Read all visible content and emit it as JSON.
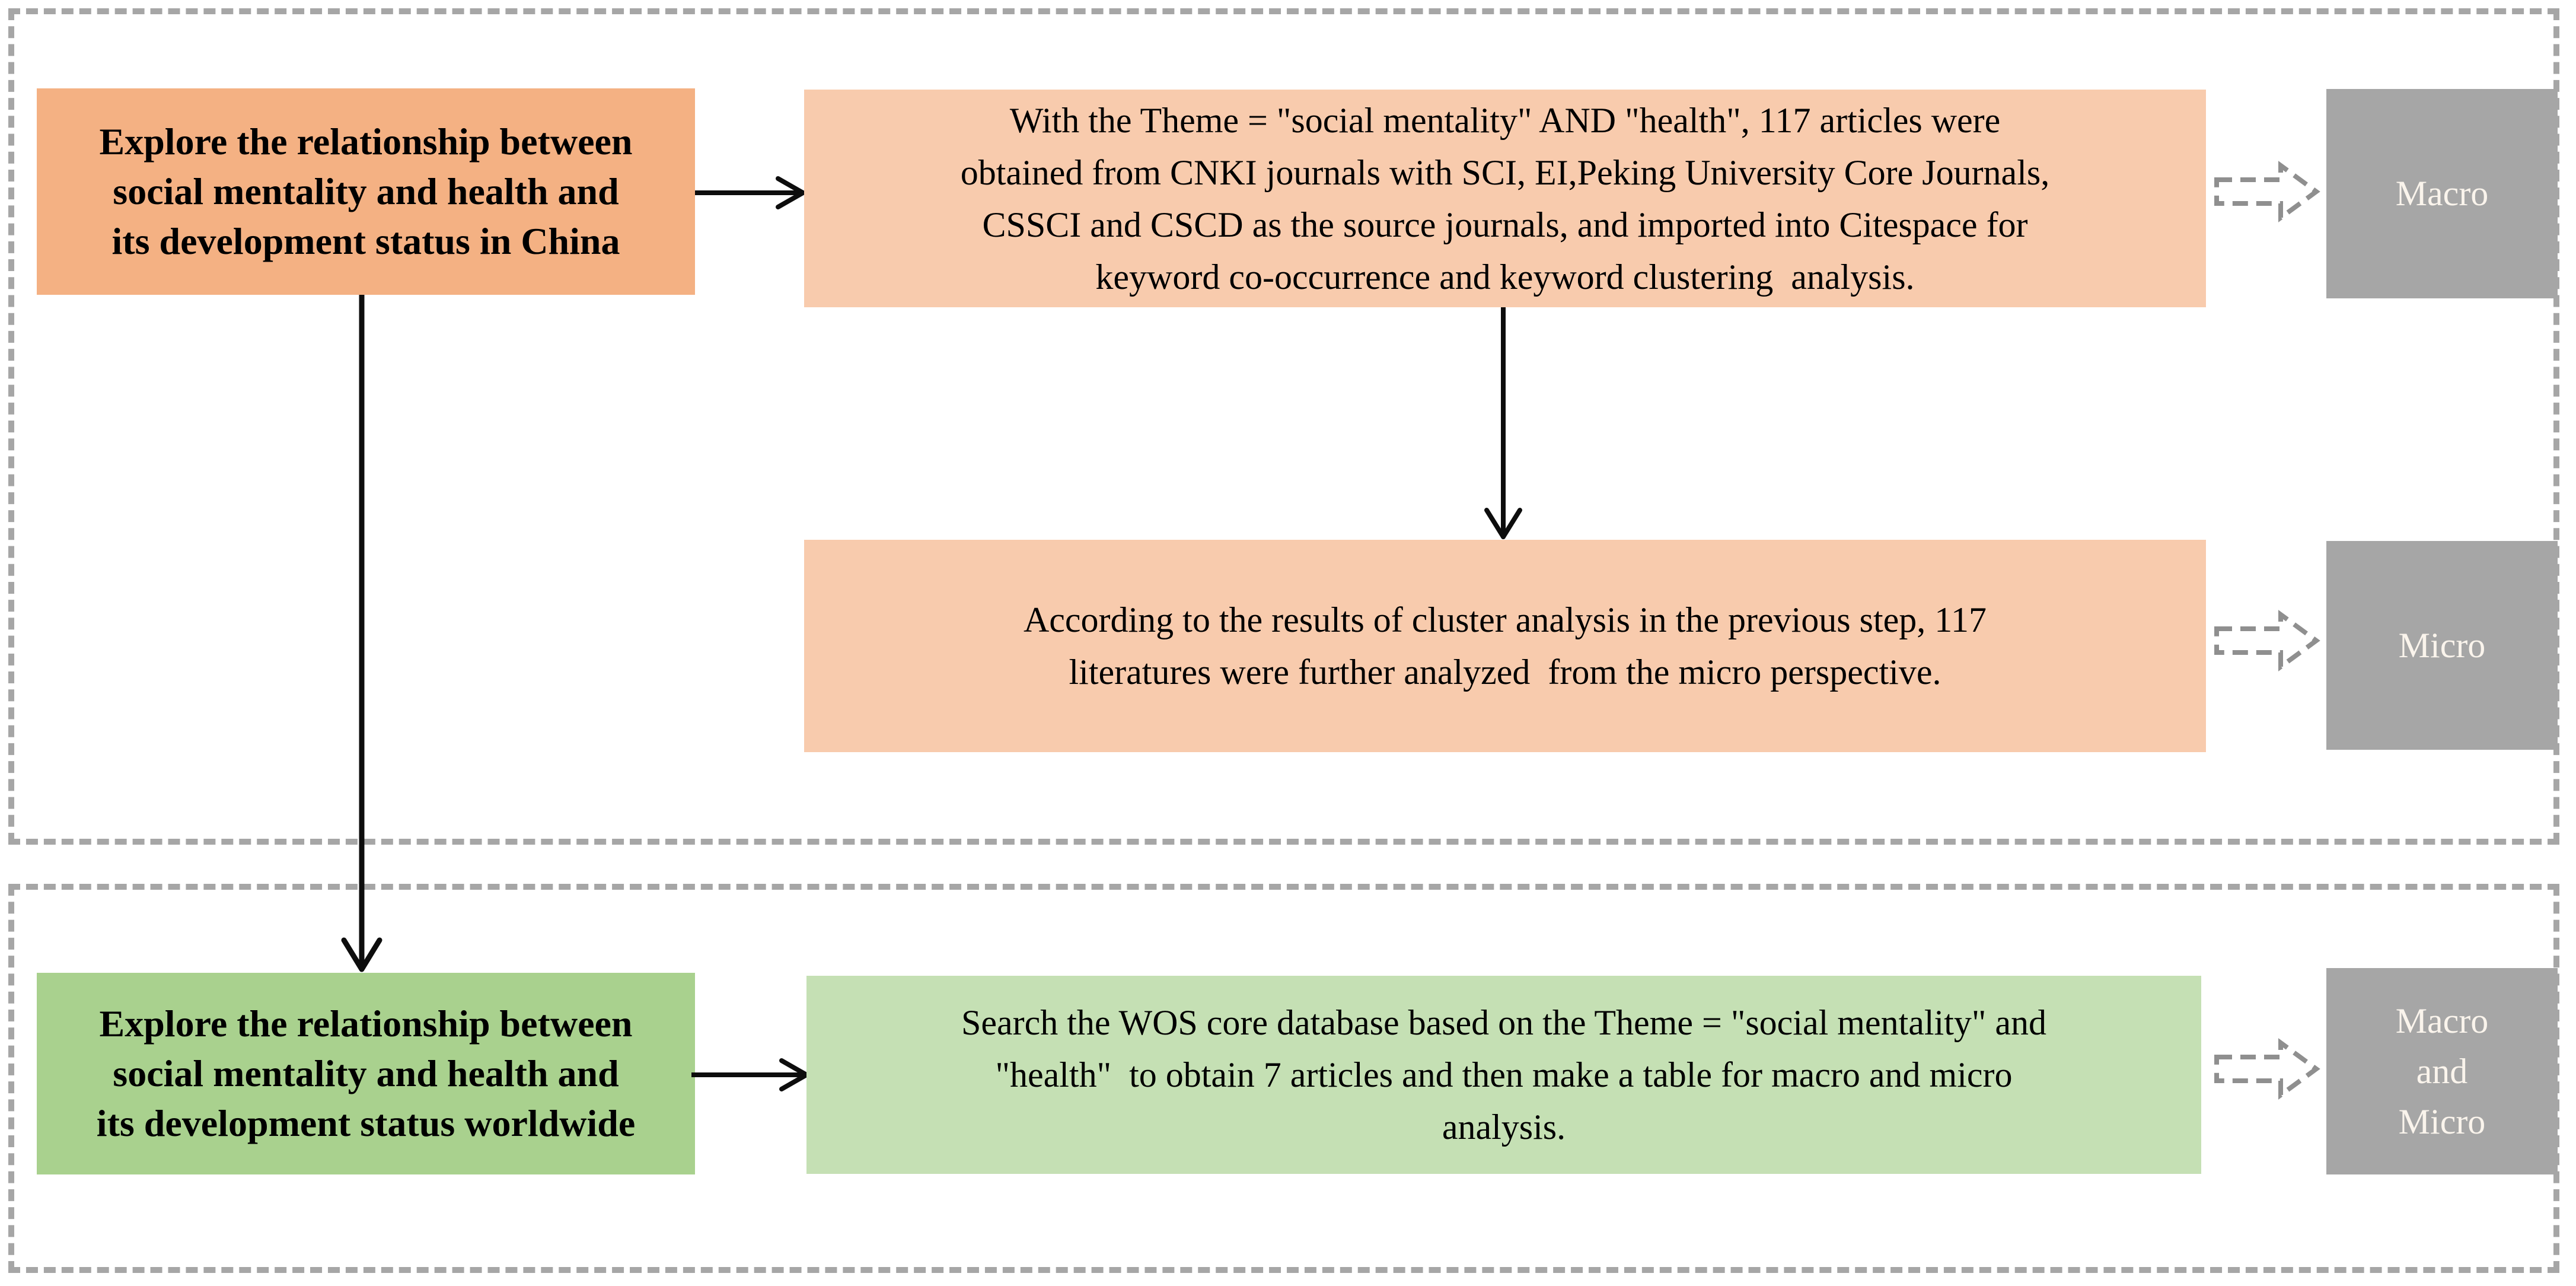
{
  "diagram": {
    "type": "flowchart",
    "china_section": {
      "goal": "Explore the relationship between\nsocial mentality and health and\nits development status in China",
      "step1": "With the Theme = \"social mentality\" AND \"health\", 117 articles were\nobtained from CNKI journals with SCI, EI,Peking University Core Journals,\nCSSCI and CSCD as the source journals, and imported into Citespace for\nkeyword co-occurrence and keyword clustering  analysis.",
      "step1_level": "Macro",
      "step2": "According to the results of cluster analysis in the previous step, 117\nliteratures were further analyzed  from the micro perspective.",
      "step2_level": "Micro"
    },
    "worldwide_section": {
      "goal": "Explore the relationship between\nsocial mentality and health and\nits development status worldwide",
      "step1": "Search the WOS core database based on the Theme = \"social mentality\" and\n\"health\"  to obtain 7 articles and then make a table for macro and micro\nanalysis.",
      "step1_level": "Macro\nand\nMicro"
    },
    "colors": {
      "goal_china_bg": "#F4B183",
      "step_china_bg": "#F8CBAD",
      "goal_world_bg": "#A9D18E",
      "step_world_bg": "#C5E0B4",
      "level_box_bg": "#A6A6A6",
      "level_text": "#FAF4EC",
      "dashed_border": "#A6A6A6",
      "dashed_arrow": "#8F8F8F",
      "solid_arrow": "#0D0D0D"
    }
  }
}
